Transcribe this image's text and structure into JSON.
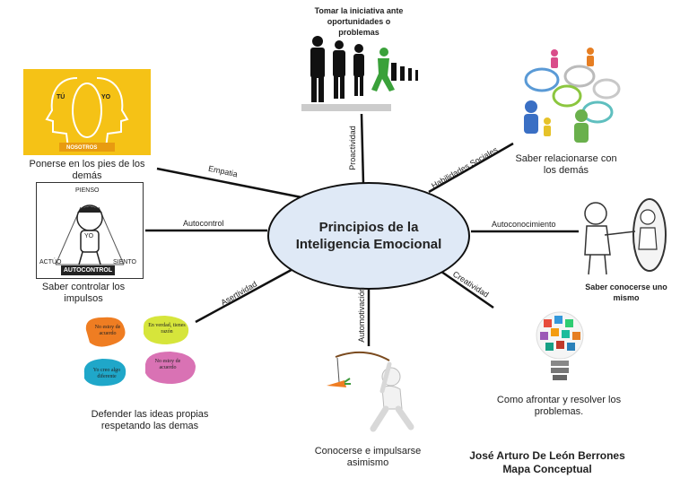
{
  "center": {
    "title": "Principios de la Inteligencia Emocional"
  },
  "branches": [
    {
      "label": "Empatia",
      "caption": "Ponerse en los pies de los demás"
    },
    {
      "label": "Proactividad",
      "caption": "Tomar la iniciativa ante oportunidades o problemas"
    },
    {
      "label": "Habilidades Sociales",
      "caption": "Saber relacionarse con los demás"
    },
    {
      "label": "Autocontrol",
      "caption": "Saber controlar los impulsos"
    },
    {
      "label": "Autoconocimiento",
      "caption": "Saber conocerse uno mismo"
    },
    {
      "label": "Asertividad",
      "caption": "Defender las ideas propias respetando las demas"
    },
    {
      "label": "Automotivación",
      "caption": "Conocerse e impulsarse asimismo"
    },
    {
      "label": "Creatividad",
      "caption": "Como afrontar y resolver los problemas."
    }
  ],
  "image_text": {
    "empatia": {
      "tu": "TÚ",
      "yo": "YO",
      "nosotros": "NOSOTROS"
    },
    "autocontrol": {
      "pienso": "PIENSO",
      "yo": "YO",
      "actuo": "ACTÚO",
      "siento": "SIENTO",
      "banner": "AUTOCONTROL"
    },
    "asertividad": {
      "b1": "No estoy de acuerdo",
      "b2": "En verdad, tienes razón",
      "b3": "Yo creo algo diferente",
      "b4": "No estoy de acuerdo"
    }
  },
  "author": {
    "name": "José Arturo De León Berrones",
    "subtitle": "Mapa Conceptual"
  },
  "colors": {
    "ellipse_fill": "#dfe9f6",
    "empatia_bg": "#f5c216",
    "line": "#111111"
  }
}
